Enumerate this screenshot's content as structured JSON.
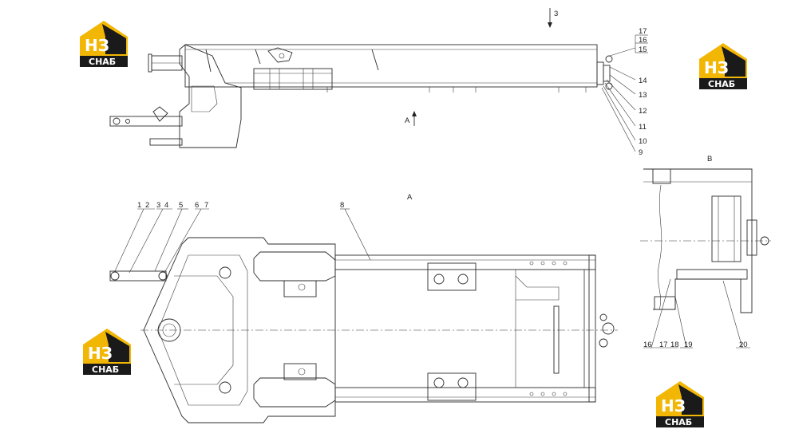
{
  "logo": {
    "mark": "НЗ",
    "caption": "СНАБ",
    "colors": {
      "gold": "#f2b705",
      "black": "#1a1a1a",
      "white": "#ffffff"
    }
  },
  "views": {
    "top_view_arrow": "3",
    "section_arrow_a_upper": "A",
    "section_a_title": "A",
    "detail_b_title": "B"
  },
  "callouts_top": [
    "17",
    "16",
    "15",
    "14",
    "13",
    "12",
    "11",
    "10",
    "9"
  ],
  "callouts_bottom": [
    "1",
    "2",
    "3",
    "4",
    "5",
    "6",
    "7",
    "8"
  ],
  "callouts_detail": [
    "16",
    "17",
    "18",
    "19",
    "20"
  ]
}
